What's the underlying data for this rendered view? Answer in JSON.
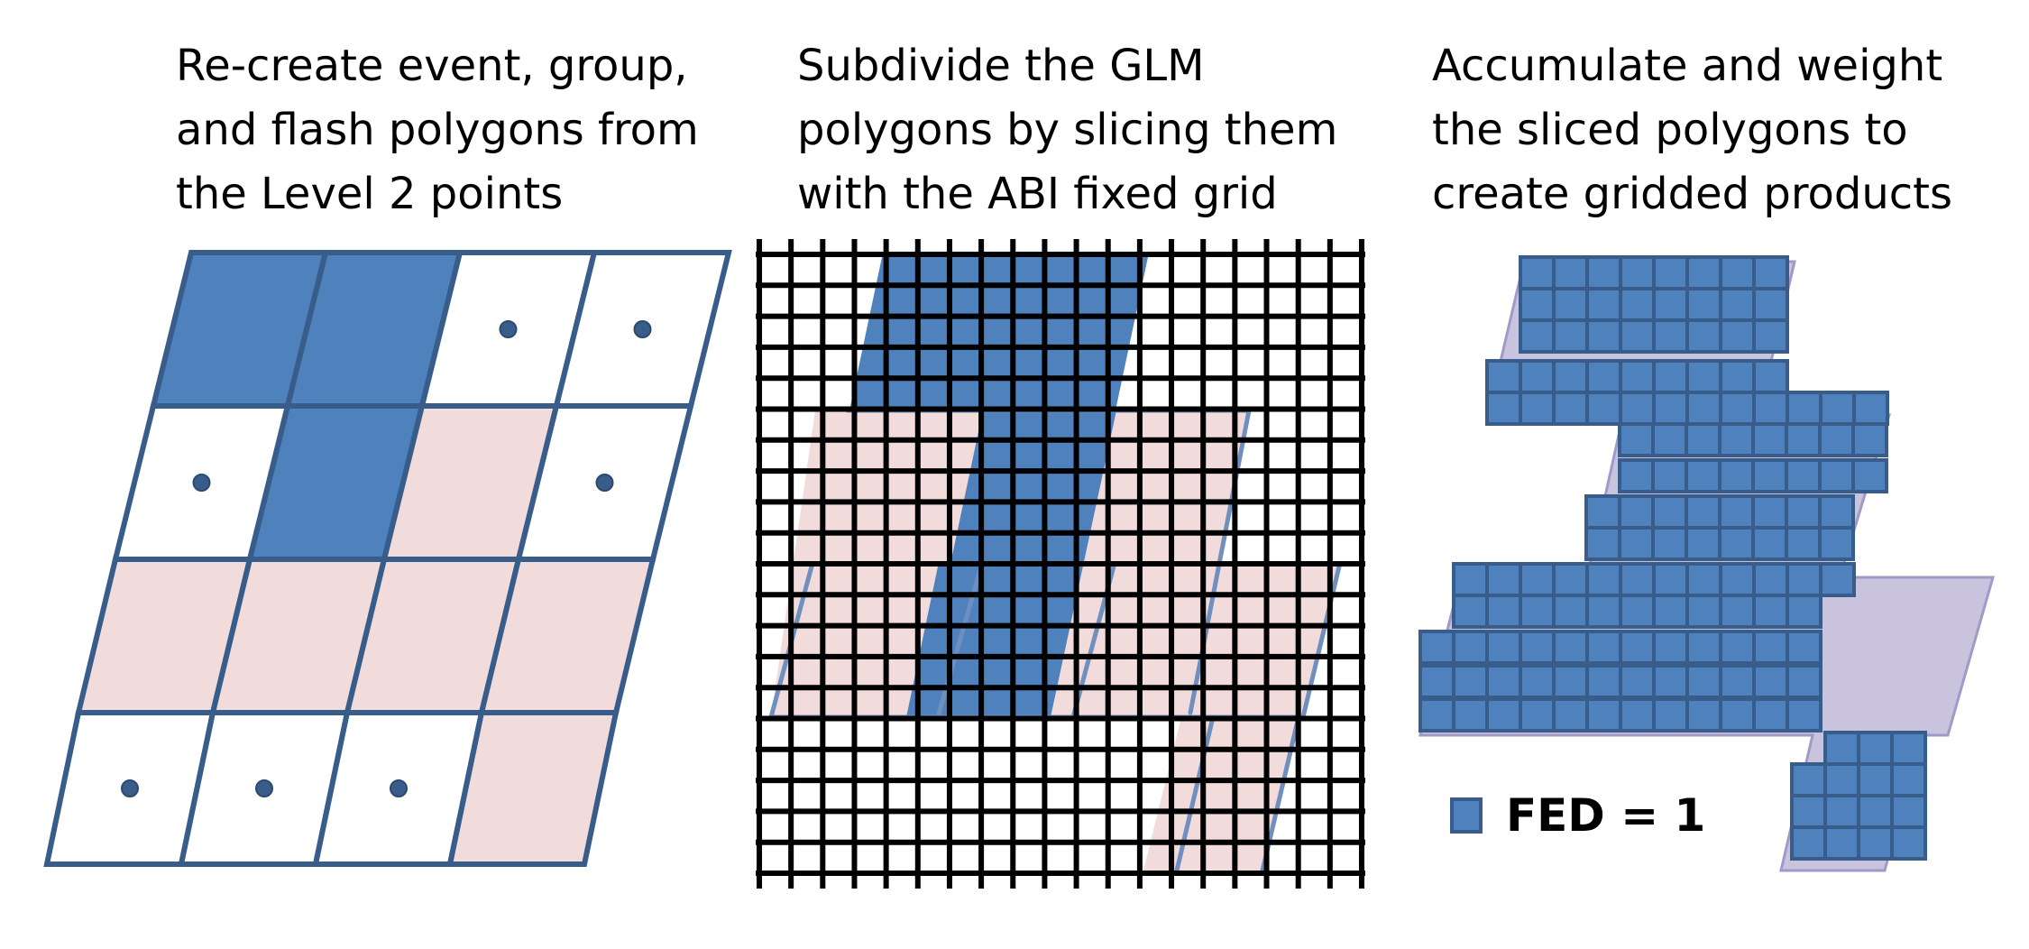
{
  "panels": [
    {
      "caption": [
        "Re-create event, group,",
        "and flash polygons from",
        "the Level 2 points"
      ]
    },
    {
      "caption": [
        "Subdivide the GLM",
        "polygons by slicing them",
        "with the ABI fixed grid"
      ]
    },
    {
      "caption": [
        "Accumulate and weight",
        "the sliced polygons to",
        "create gridded products"
      ]
    }
  ],
  "legend": {
    "label": "FED = 1"
  },
  "colors": {
    "blue_fill": "#4f81bd",
    "blue_stroke": "#385d8a",
    "pink_fill": "#f2dcdb",
    "grid_line": "#000000",
    "point": "#385d8a"
  }
}
